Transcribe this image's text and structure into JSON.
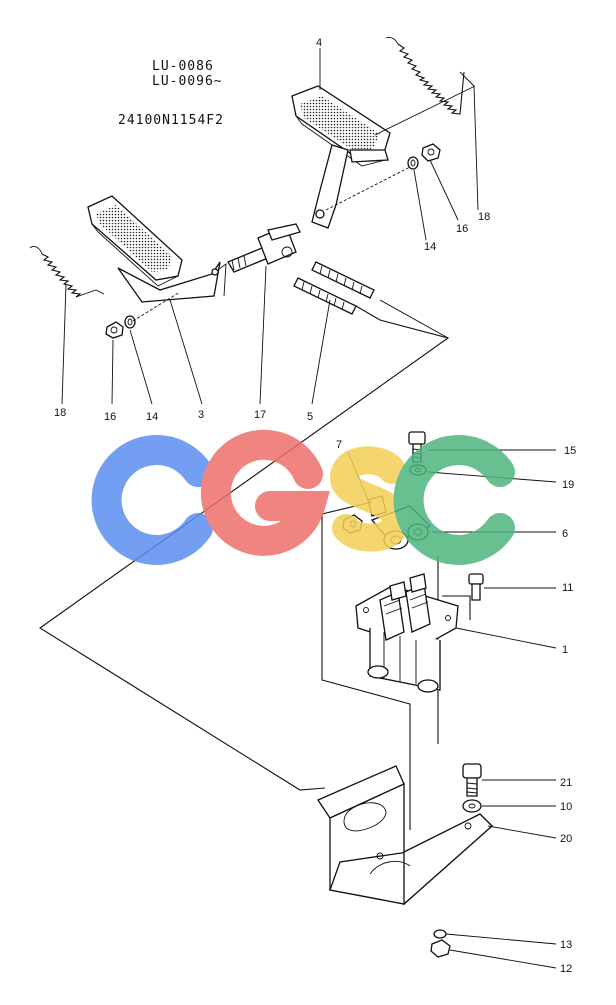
{
  "header": {
    "model_line_1": "LU-0086",
    "model_line_2": "LU-0096~",
    "part_code": "24100N1154F2"
  },
  "watermark": {
    "text": "CGSC",
    "colors": [
      "#5b8ef0",
      "#ee6f6a",
      "#f4cf55",
      "#4eb57c"
    ]
  },
  "callouts": {
    "c4": "4",
    "c18_top": "18",
    "c16_top": "16",
    "c14_top": "14",
    "c18_left": "18",
    "c16_left": "16",
    "c14_left": "14",
    "c3": "3",
    "c17": "17",
    "c5": "5",
    "c7": "7",
    "c15": "15",
    "c19": "19",
    "c6": "6",
    "c11": "11",
    "c1": "1",
    "c21": "21",
    "c10": "10",
    "c20": "20",
    "c13": "13",
    "c12": "12"
  }
}
